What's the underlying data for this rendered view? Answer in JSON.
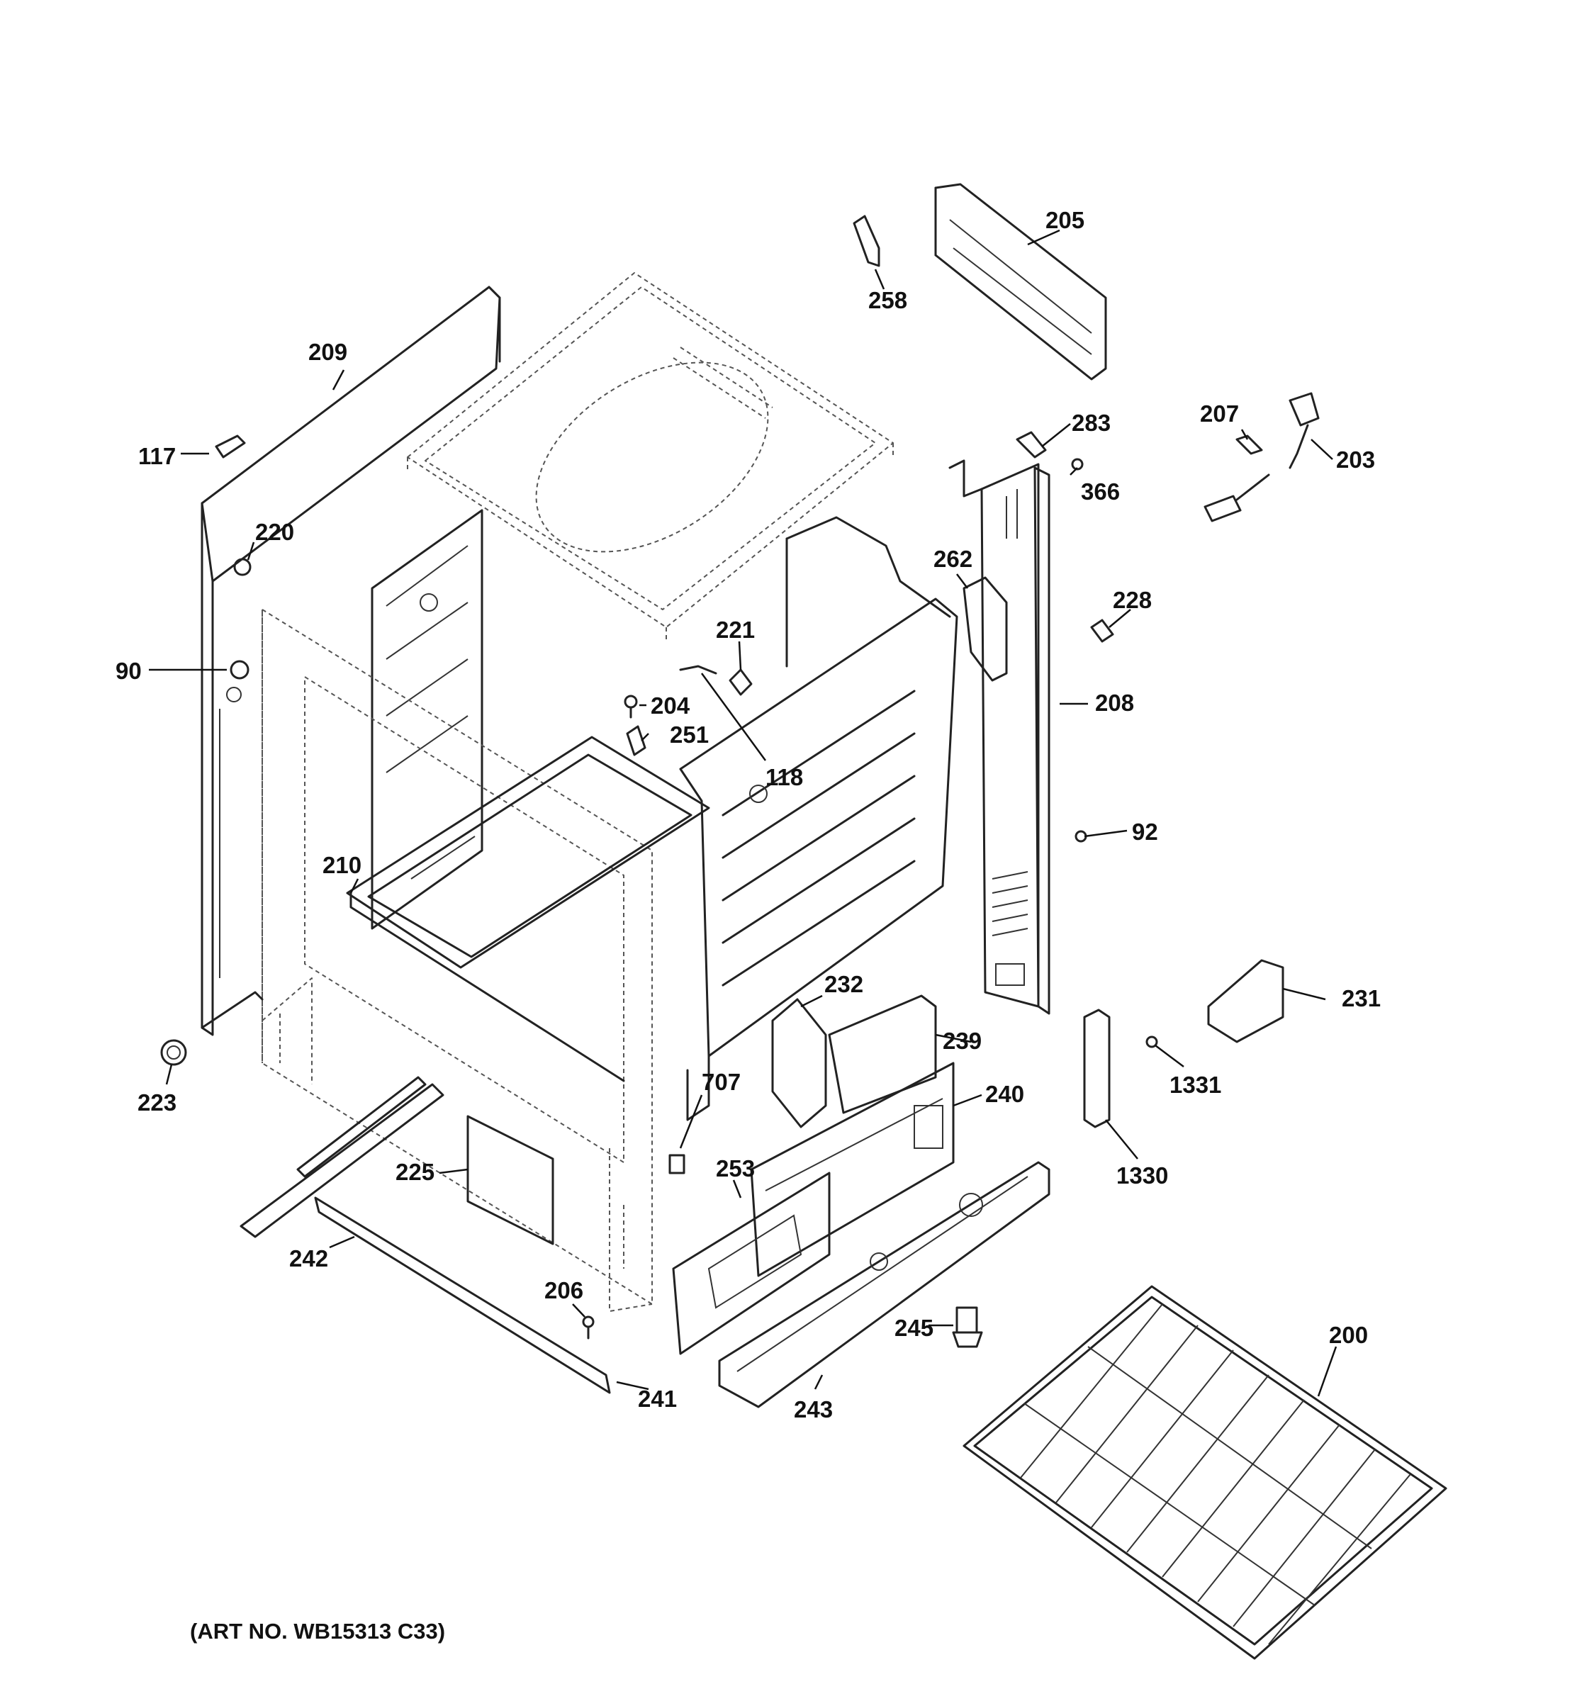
{
  "diagram": {
    "art_number": "(ART NO. WB15313 C33)",
    "callouts": {
      "c205": "205",
      "c258": "258",
      "c209": "209",
      "c283": "283",
      "c207": "207",
      "c366": "366",
      "c203": "203",
      "c117": "117",
      "c220": "220",
      "c262": "262",
      "c228": "228",
      "c221": "221",
      "c90": "90",
      "c204": "204",
      "c251": "251",
      "c208": "208",
      "c118": "118",
      "c92": "92",
      "c210": "210",
      "c232": "232",
      "c231": "231",
      "c239": "239",
      "c223": "223",
      "c707": "707",
      "c240": "240",
      "c1331": "1331",
      "c253": "253",
      "c225": "225",
      "c1330": "1330",
      "c242": "242",
      "c206": "206",
      "c200": "200",
      "c245": "245",
      "c241": "241",
      "c243": "243"
    }
  }
}
